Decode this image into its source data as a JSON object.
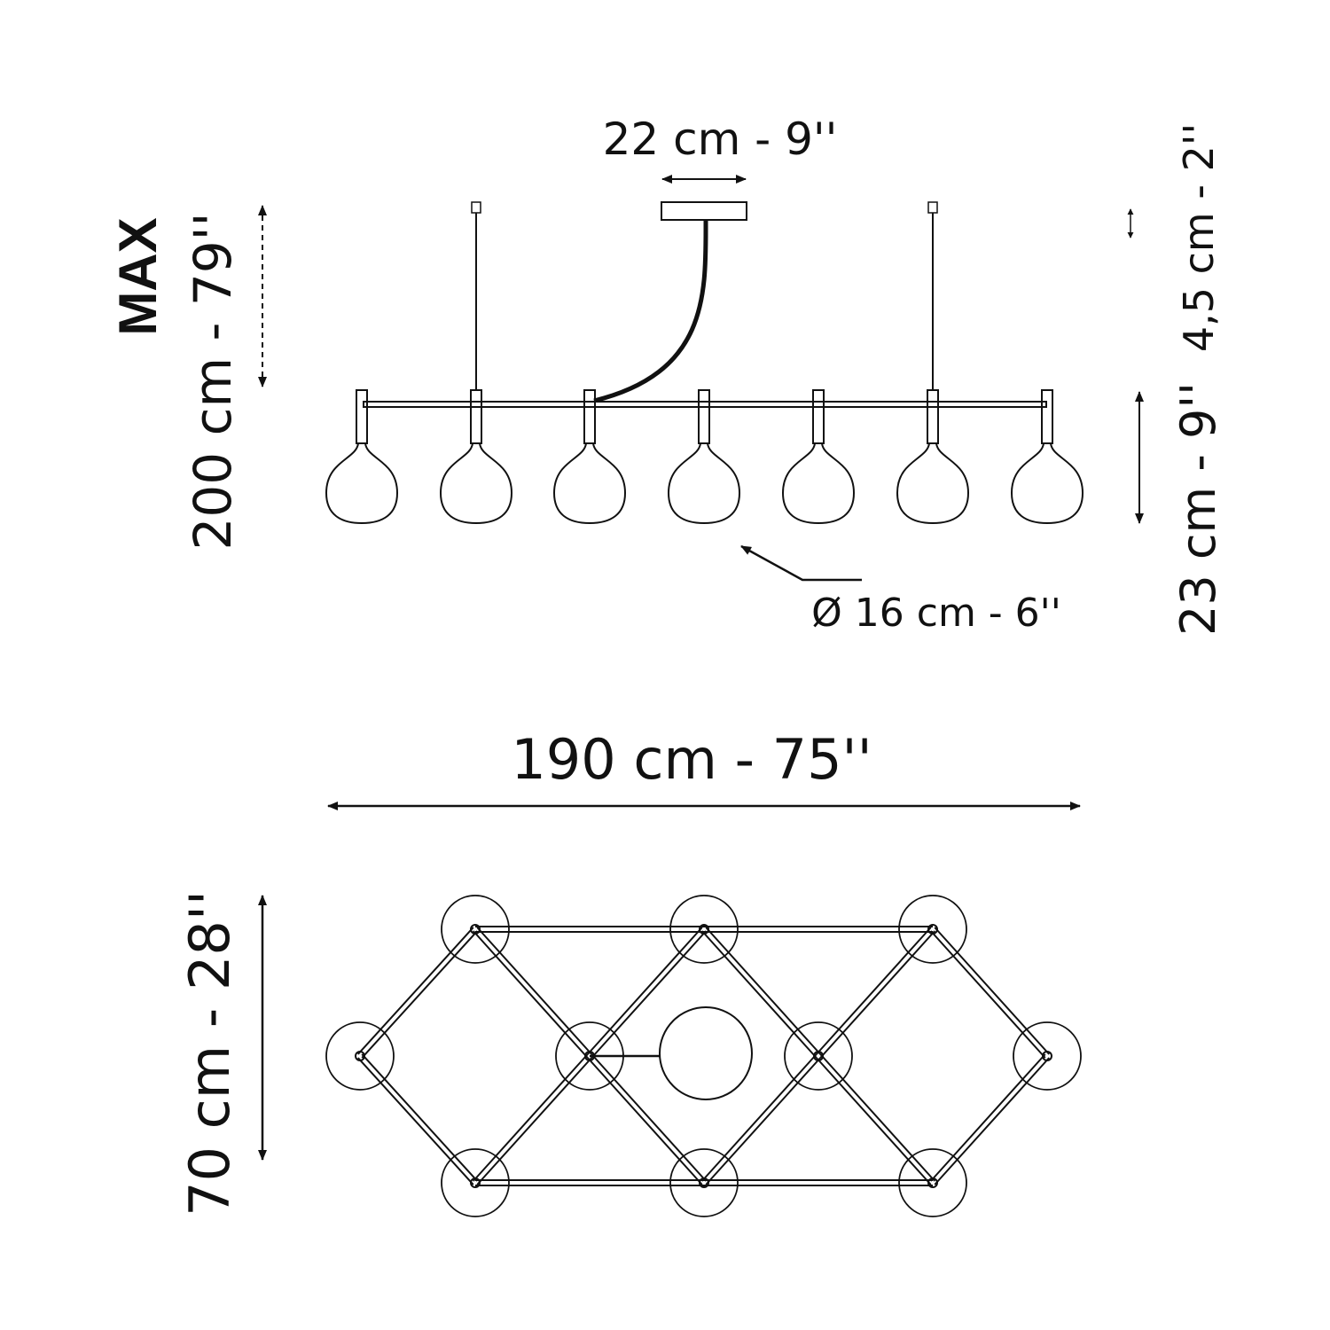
{
  "labels": {
    "max": "MAX",
    "height_max": "200 cm - 79''",
    "canopy_width": "22 cm - 9''",
    "canopy_height": "4,5 cm - 2''",
    "lamp_height": "23 cm - 9''",
    "diameter": "Ø 16 cm - 6''",
    "total_length": "190 cm - 75''",
    "total_depth": "70 cm - 28''"
  },
  "colors": {
    "line": "#111111",
    "background": "#ffffff"
  }
}
